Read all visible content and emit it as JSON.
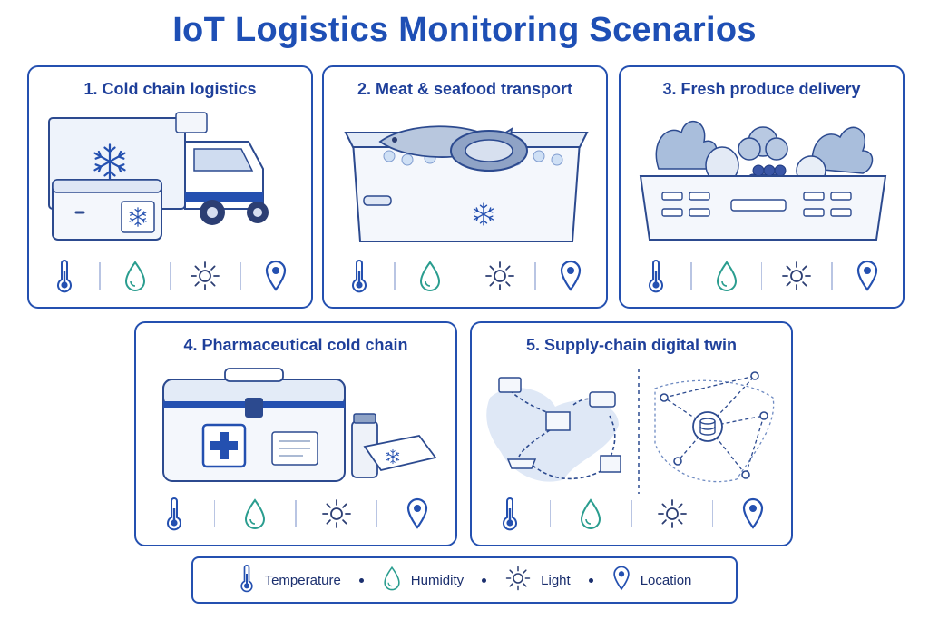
{
  "title": "IoT Logistics Monitoring Scenarios",
  "scenarios": [
    {
      "label": "1. Cold chain logistics"
    },
    {
      "label": "2. Meat & seafood transport"
    },
    {
      "label": "3. Fresh produce delivery"
    },
    {
      "label": "4. Pharmaceutical cold chain"
    },
    {
      "label": "5. Supply-chain digital twin"
    }
  ],
  "sensor_icons": [
    "thermometer-icon",
    "water-drop-icon",
    "sun-icon",
    "location-pin-icon"
  ],
  "legend": {
    "temperature": "Temperature",
    "humidity": "Humidity",
    "light": "Light",
    "location": "Location"
  },
  "colors": {
    "primary": "#1e4fb5",
    "thermometer": "#2450b0",
    "humidity": "#2a9d8f",
    "light": "#2c3e73",
    "location": "#2450b0"
  }
}
